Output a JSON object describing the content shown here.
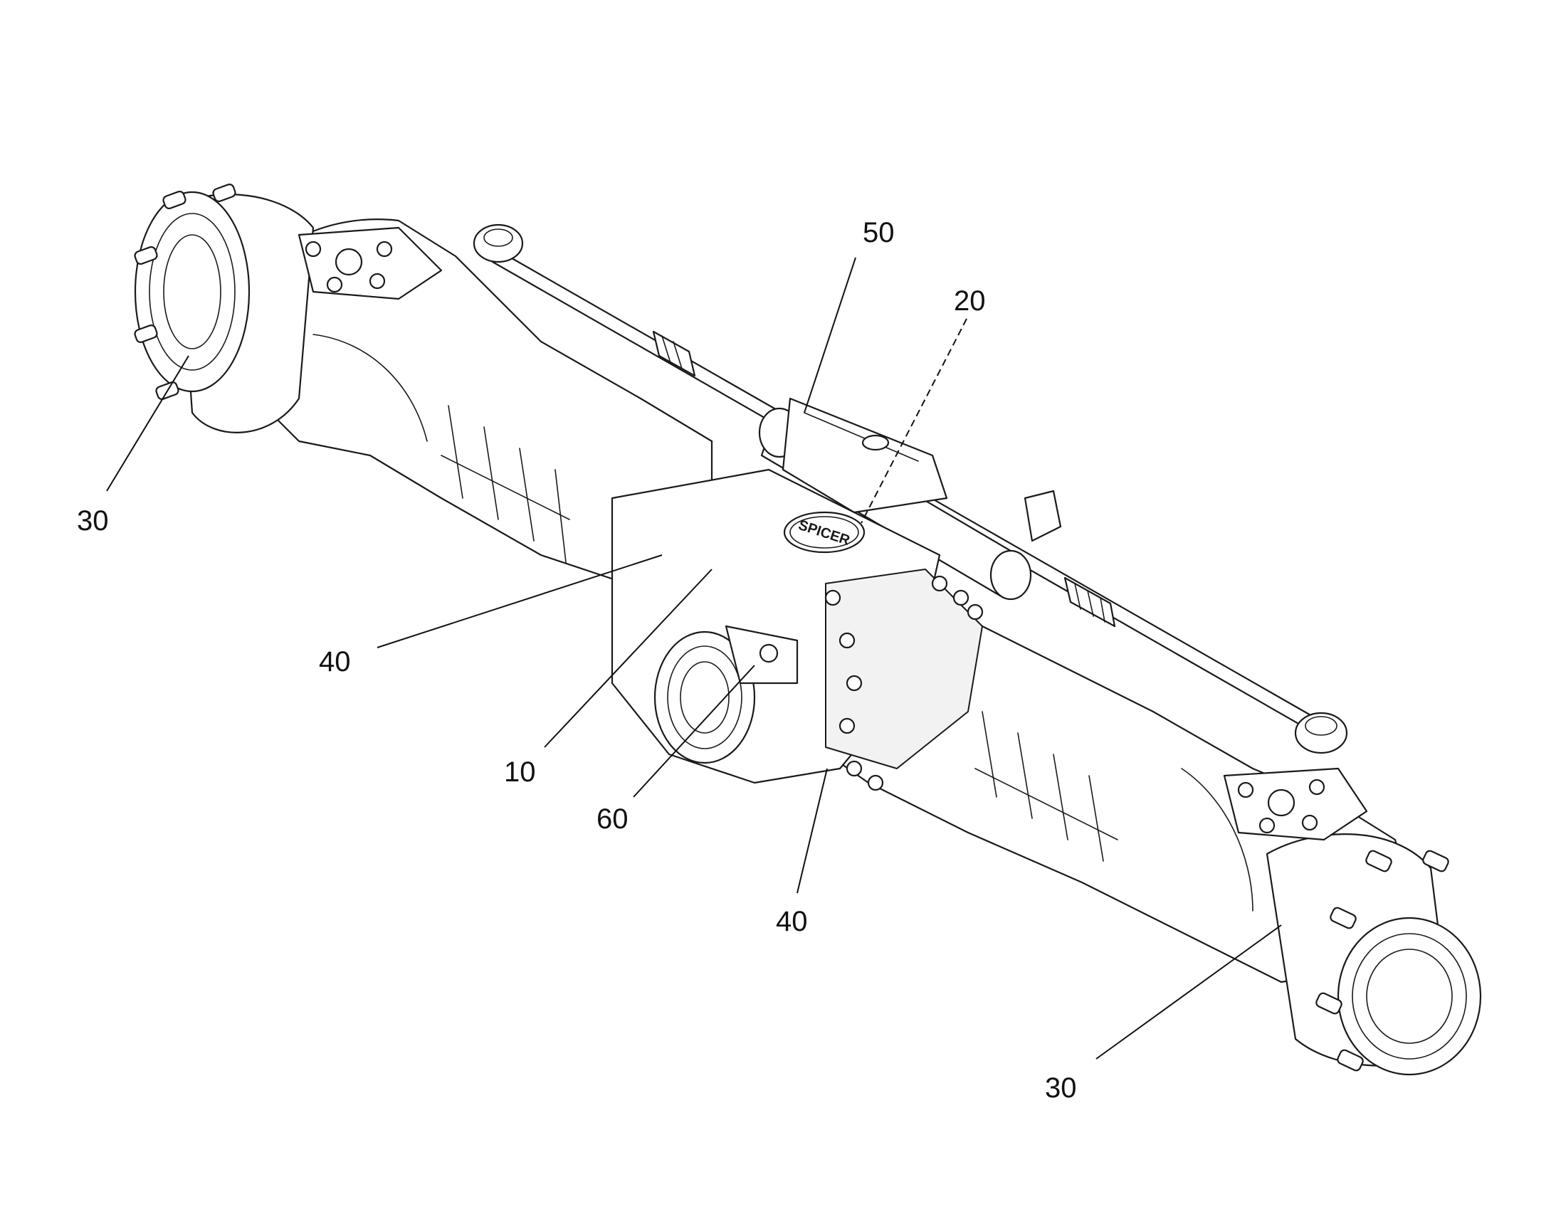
{
  "callouts": [
    {
      "id": "label-50",
      "text": "50"
    },
    {
      "id": "label-20",
      "text": "20"
    },
    {
      "id": "label-30-left",
      "text": "30"
    },
    {
      "id": "label-40-left",
      "text": "40"
    },
    {
      "id": "label-10",
      "text": "10"
    },
    {
      "id": "label-60",
      "text": "60"
    },
    {
      "id": "label-40-bottom",
      "text": "40"
    },
    {
      "id": "label-30-right",
      "text": "30"
    }
  ],
  "logo": {
    "text": "SPICER"
  },
  "colors": {
    "line": "#1a1a1a",
    "background": "#ffffff"
  }
}
